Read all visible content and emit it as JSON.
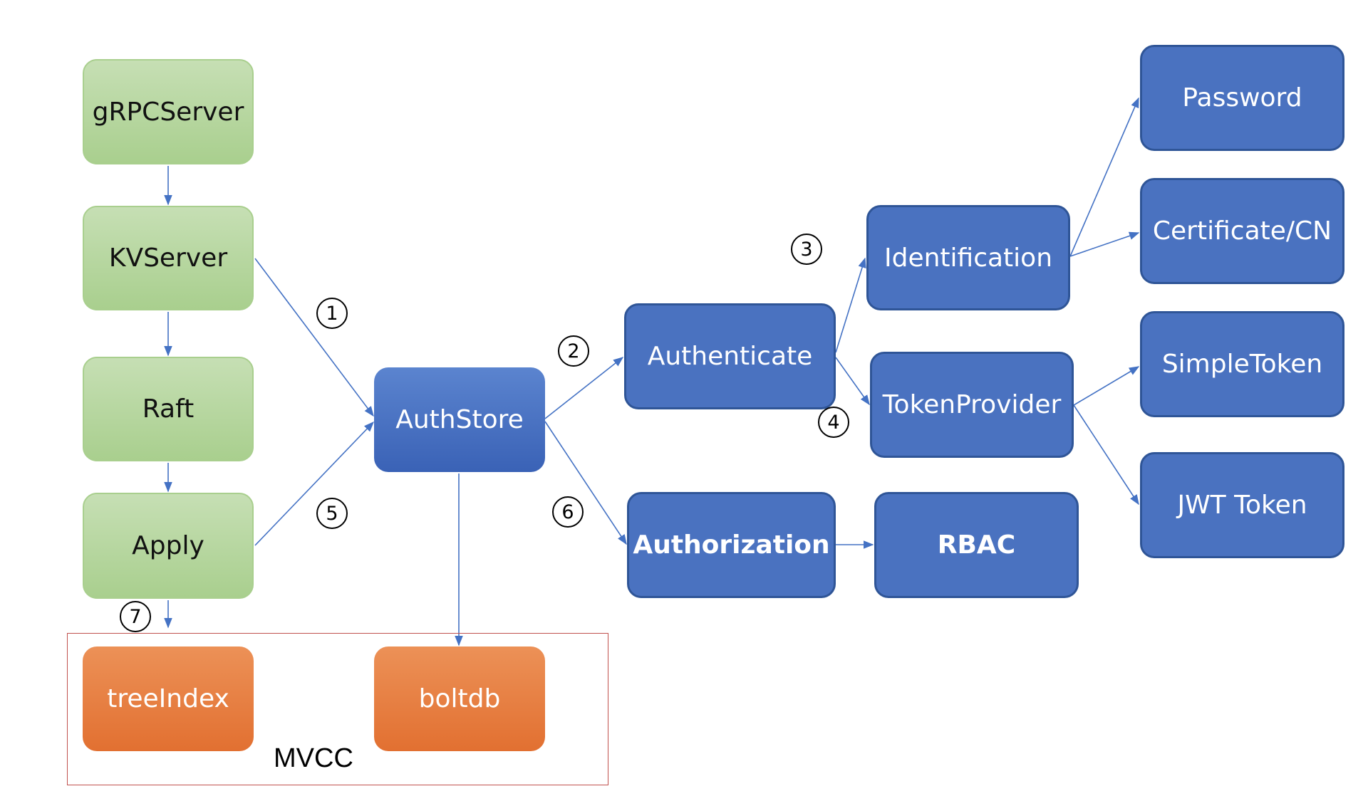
{
  "nodes": {
    "grpc_server": "gRPCServer",
    "kv_server": "KVServer",
    "raft": "Raft",
    "apply": "Apply",
    "auth_store": "AuthStore",
    "authenticate": "Authenticate",
    "authorization": "Authorization",
    "identification": "Identification",
    "token_provider": "TokenProvider",
    "rbac": "RBAC",
    "password": "Password",
    "certificate_cn": "Certificate/CN",
    "simple_token": "SimpleToken",
    "jwt_token": "JWT Token",
    "tree_index": "treeIndex",
    "boltdb": "boltdb"
  },
  "group_label": "MVCC",
  "steps": [
    "1",
    "2",
    "3",
    "4",
    "5",
    "6",
    "7"
  ],
  "colors": {
    "module_green": "#a9cf8e",
    "auth_blue": "#4a72c0",
    "storage_orange": "#e27031",
    "edge_blue": "#4472c4",
    "frame_red": "#c0504d"
  },
  "edges": [
    {
      "from": "grpc_server",
      "to": "kv_server"
    },
    {
      "from": "kv_server",
      "to": "raft"
    },
    {
      "from": "raft",
      "to": "apply"
    },
    {
      "from": "apply",
      "to": "tree_index",
      "step": "7"
    },
    {
      "from": "kv_server",
      "to": "auth_store",
      "step": "1"
    },
    {
      "from": "apply",
      "to": "auth_store",
      "step": "5"
    },
    {
      "from": "auth_store",
      "to": "authenticate",
      "step": "2"
    },
    {
      "from": "auth_store",
      "to": "authorization",
      "step": "6"
    },
    {
      "from": "auth_store",
      "to": "boltdb"
    },
    {
      "from": "authenticate",
      "to": "identification",
      "step": "3"
    },
    {
      "from": "authenticate",
      "to": "token_provider",
      "step": "4"
    },
    {
      "from": "authorization",
      "to": "rbac"
    },
    {
      "from": "identification",
      "to": "password"
    },
    {
      "from": "identification",
      "to": "certificate_cn"
    },
    {
      "from": "token_provider",
      "to": "simple_token"
    },
    {
      "from": "token_provider",
      "to": "jwt_token"
    }
  ]
}
